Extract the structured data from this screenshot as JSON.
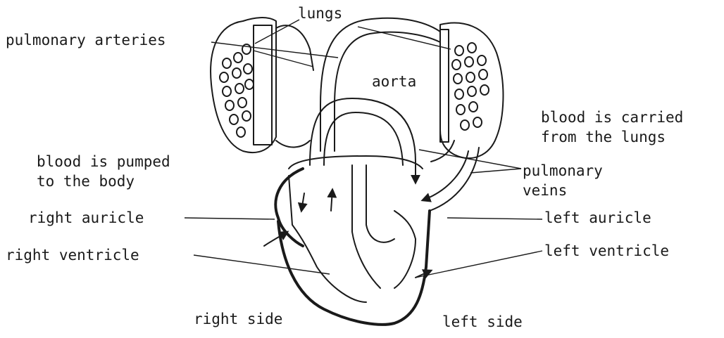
{
  "labels": {
    "lungs": "lungs",
    "pulmonary_arteries": "pulmonary arteries",
    "aorta": "aorta",
    "blood_to_body_1": "blood is pumped",
    "blood_to_body_2": "to the body",
    "blood_from_lungs_1": "blood is carried",
    "blood_from_lungs_2": "from the lungs",
    "pulmonary_veins_1": "pulmonary",
    "pulmonary_veins_2": "veins",
    "right_auricle": "right auricle",
    "left_auricle": "left auricle",
    "right_ventricle": "right ventricle",
    "left_ventricle": "left ventricle",
    "right_side": "right side",
    "left_side": "left side"
  },
  "colors": {
    "ink": "#1a1a1a",
    "background": "#ffffff",
    "stipple": "#555555"
  }
}
